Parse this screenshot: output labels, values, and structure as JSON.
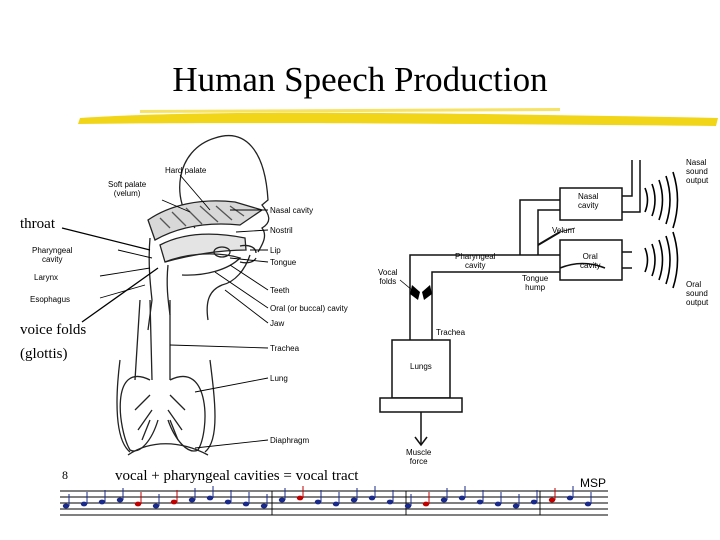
{
  "slide": {
    "title": "Human Speech Production",
    "caption": "vocal + pharyngeal cavities = vocal tract",
    "page_number": "8",
    "footer_tag": "MSP",
    "accent_color": "#f0d000"
  },
  "anatomy": {
    "left_labels": [
      {
        "key": "throat",
        "text": "throat"
      },
      {
        "key": "soft-palate",
        "text": "Soft palate\n(velum)"
      },
      {
        "key": "pharyngeal-cavity",
        "text": "Pharyngeal\ncavity"
      },
      {
        "key": "larynx",
        "text": "Larynx"
      },
      {
        "key": "esophagus",
        "text": "Esophagus"
      },
      {
        "key": "voice-folds",
        "text": "voice folds"
      },
      {
        "key": "glottis",
        "text": "(glottis)"
      }
    ],
    "top_labels": [
      {
        "key": "hard-palate",
        "text": "Hard palate"
      }
    ],
    "right_labels": [
      {
        "key": "nasal-cavity",
        "text": "Nasal cavity"
      },
      {
        "key": "nostril",
        "text": "Nostril"
      },
      {
        "key": "lip",
        "text": "Lip"
      },
      {
        "key": "tongue",
        "text": "Tongue"
      },
      {
        "key": "teeth",
        "text": "Teeth"
      },
      {
        "key": "oral-cavity",
        "text": "Oral (or buccal) cavity"
      },
      {
        "key": "jaw",
        "text": "Jaw"
      },
      {
        "key": "trachea",
        "text": "Trachea"
      },
      {
        "key": "lung",
        "text": "Lung"
      },
      {
        "key": "diaphragm",
        "text": "Diaphragm"
      }
    ]
  },
  "model": {
    "labels": [
      {
        "key": "nasal-sound-output",
        "text": "Nasal\nsound\noutput"
      },
      {
        "key": "nasal-cavity",
        "text": "Nasal\ncavity"
      },
      {
        "key": "velum",
        "text": "Velum"
      },
      {
        "key": "pharyngeal-cavity",
        "text": "Pharyngeal\ncavity"
      },
      {
        "key": "oral-cavity",
        "text": "Oral\ncavity"
      },
      {
        "key": "vocal-folds",
        "text": "Vocal\nfolds"
      },
      {
        "key": "tongue-hump",
        "text": "Tongue\nhump"
      },
      {
        "key": "oral-sound-output",
        "text": "Oral\nsound\noutput"
      },
      {
        "key": "trachea",
        "text": "Trachea"
      },
      {
        "key": "lungs",
        "text": "Lungs"
      },
      {
        "key": "muscle-force",
        "text": "Muscle\nforce"
      }
    ]
  }
}
